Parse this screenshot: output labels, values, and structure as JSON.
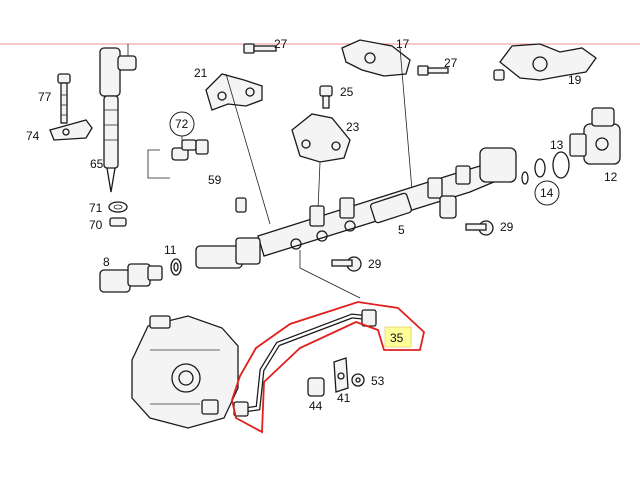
{
  "highlight": {
    "label": "35",
    "box_color": "#ffff99",
    "outline_color": "#e0201c"
  },
  "callouts": {
    "c27a": "27",
    "c17": "17",
    "c27b": "27",
    "c21": "21",
    "c19": "19",
    "c25": "25",
    "c77": "77",
    "c72": "72",
    "c74": "74",
    "c23": "23",
    "c13": "13",
    "c12": "12",
    "c65": "65",
    "c59": "59",
    "c14": "14",
    "c71": "71",
    "c70": "70",
    "c5": "5",
    "c29a": "29",
    "c11": "11",
    "c8": "8",
    "c29b": "29",
    "c53": "53",
    "c41": "41",
    "c44": "44"
  }
}
